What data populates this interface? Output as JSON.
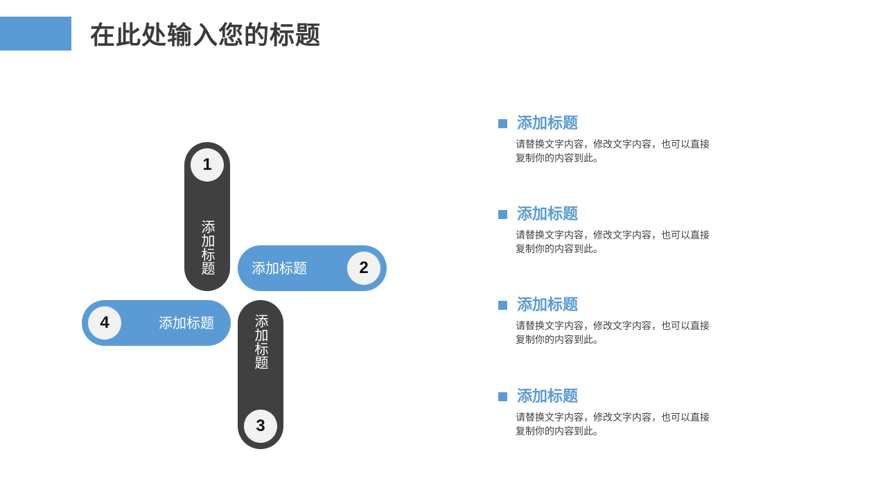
{
  "colors": {
    "accent": "#5b9bd5",
    "dark": "#404040",
    "circle": "#f2f2f2",
    "text_dark": "#3a3a3a"
  },
  "header": {
    "title": "在此处输入您的标题"
  },
  "diagram": {
    "pills": [
      {
        "number": "1",
        "label": "添加标题",
        "color": "dark"
      },
      {
        "number": "2",
        "label": "添加标题",
        "color": "accent"
      },
      {
        "number": "3",
        "label": "添加标题",
        "color": "dark"
      },
      {
        "number": "4",
        "label": "添加标题",
        "color": "accent"
      }
    ]
  },
  "items": [
    {
      "title": "添加标题",
      "desc": "请替换文字内容，修改文字内容，也可以直接复制你的内容到此。"
    },
    {
      "title": "添加标题",
      "desc": "请替换文字内容，修改文字内容，也可以直接复制你的内容到此。"
    },
    {
      "title": "添加标题",
      "desc": "请替换文字内容，修改文字内容，也可以直接复制你的内容到此。"
    },
    {
      "title": "添加标题",
      "desc": "请替换文字内容，修改文字内容，也可以直接复制你的内容到此。"
    }
  ]
}
